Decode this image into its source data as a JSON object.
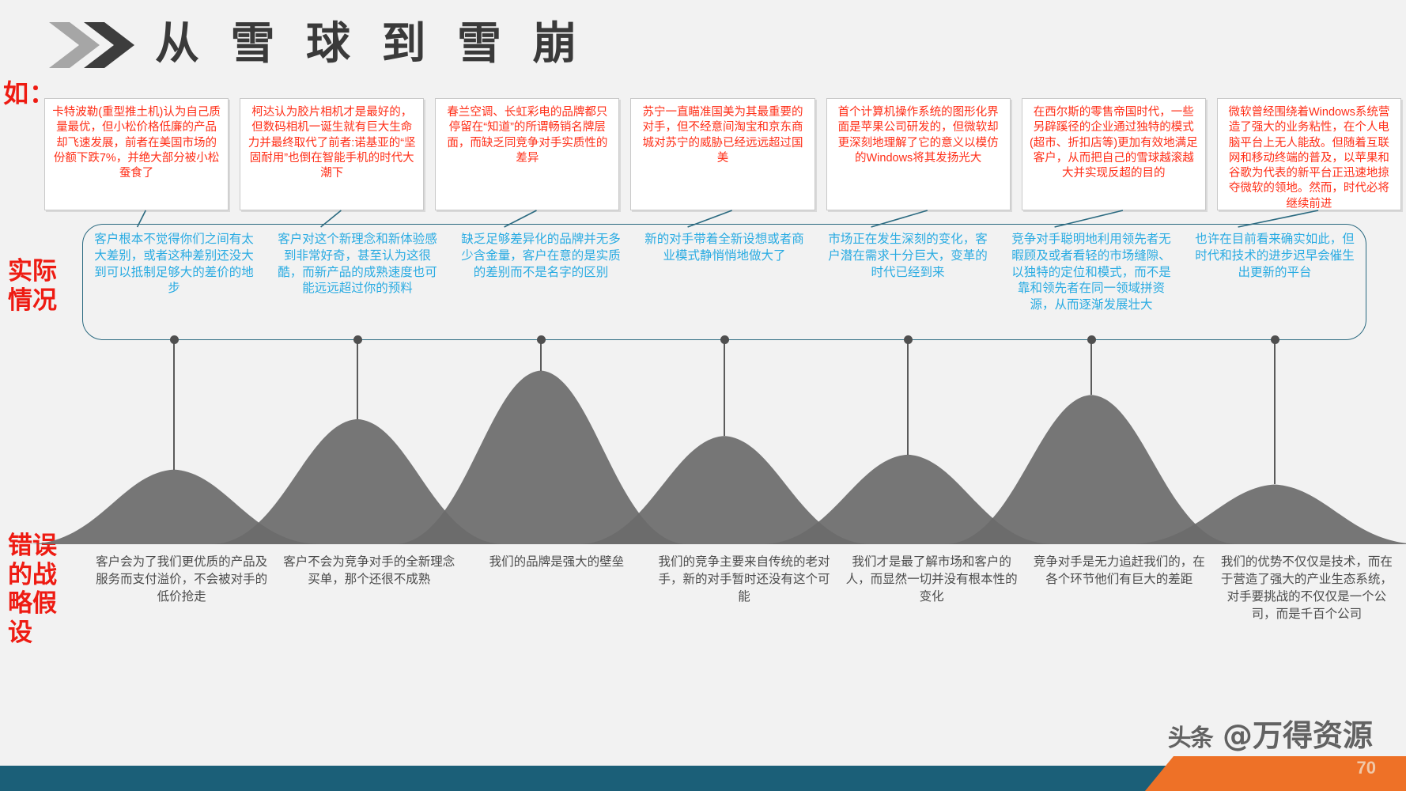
{
  "header": {
    "title": "从 雪 球 到 雪 崩",
    "chevron_icon": "double-chevron-right-icon"
  },
  "left_labels": {
    "example": "如：",
    "reality": "实际\n情况",
    "wrong": "错误\n的战\n略假\n设"
  },
  "columns": [
    {
      "example": "卡特波勒(重型推土机)认为自己质量最优，但小松价格低廉的产品却飞速发展，前者在美国市场的份额下跌7%，并绝大部分被小松蚕食了",
      "reality": "客户根本不觉得你们之间有太大差别，或者这种差别还没大到可以抵制足够大的差价的地步",
      "assumption": "客户会为了我们更优质的产品及服务而支付溢价，不会被对手的低价抢走",
      "peak_height": 0.4
    },
    {
      "example": "柯达认为胶片相机才是最好的，但数码相机一诞生就有巨大生命力并最终取代了前者:诺基亚的“坚固耐用”也倒在智能手机的时代大潮下",
      "reality": "客户对这个新理念和新体验感到非常好奇，甚至认为这很酷，而新产品的成熟速度也可能远远超过你的预料",
      "assumption": "客户不会为竞争对手的全新理念买单，那个还很不成熟",
      "peak_height": 0.67
    },
    {
      "example": "春兰空调、长虹彩电的品牌都只停留在“知道”的所谓畅销名牌层面，而缺乏同竞争对手实质性的差异",
      "reality": "缺乏足够差异化的品牌并无多少含金量，客户在意的是实质的差别而不是名字的区别",
      "assumption": "我们的品牌是强大的壁垒",
      "peak_height": 0.93
    },
    {
      "example": "苏宁一直瞄准国美为其最重要的对手，但不经意间淘宝和京东商城对苏宁的威胁已经远远超过国美",
      "reality": "新的对手带着全新设想或者商业模式静悄悄地做大了",
      "assumption": "我们的竞争主要来自传统的老对手，新的对手暂时还没有这个可能",
      "peak_height": 0.58
    },
    {
      "example": "首个计算机操作系统的图形化界面是苹果公司研发的，但微软却更深刻地理解了它的意义以模仿的Windows将其发扬光大",
      "reality": "市场正在发生深刻的变化，客户潜在需求十分巨大，变革的时代已经到来",
      "assumption": "我们才是最了解市场和客户的人，而显然一切并没有根本性的变化",
      "peak_height": 0.48
    },
    {
      "example": "在西尔斯的零售帝国时代，一些另辟蹊径的企业通过独特的模式(超市、折扣店等)更加有效地满足客户，从而把自己的雪球越滚越大并实现反超的目的",
      "reality": "竞争对手聪明地利用领先者无暇顾及或者看轻的市场缝隙、以独特的定位和模式，而不是靠和领先者在同一领域拼资源，从而逐渐发展壮大",
      "assumption": "竞争对手是无力追赶我们的，在各个环节他们有巨大的差距",
      "peak_height": 0.8
    },
    {
      "example": "微软曾经围绕着Windows系统营造了强大的业务粘性，在个人电脑平台上无人能敌。但随着互联网和移动终端的普及，以苹果和谷歌为代表的新平台正迅速地掠夺微软的领地。然而，时代必将继续前进",
      "reality": "也许在目前看来确实如此，但时代和技术的进步迟早会催生出更新的平台",
      "assumption": "我们的优势不仅仅是技术，而在于营造了强大的产业生态系统，对手要挑战的不仅仅是一个公司，而是千百个公司",
      "peak_height": 0.32
    }
  ],
  "footer": {
    "page_number": "70",
    "watermark_prefix": "头条",
    "watermark_main": "@万得资源"
  },
  "colors": {
    "red": "#ff2e17",
    "label_red": "#ee1b12",
    "blue": "#29abe2",
    "blue_border": "#2b6a80",
    "curve_gray": "#6b6b6b",
    "bg": "#f2f2f2",
    "footer_teal": "#1b5f78",
    "footer_orange": "#ee7127"
  }
}
